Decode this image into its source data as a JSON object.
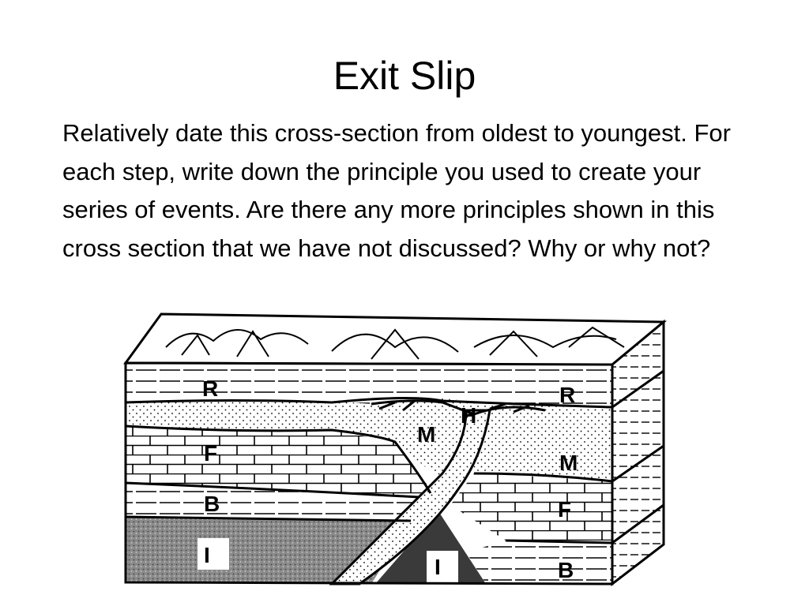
{
  "slide": {
    "title": "Exit Slip",
    "body": "Relatively date this cross-section from oldest to youngest. For each step, write down the principle you used to create your series of events. Are there any more principles shown in this cross section that we have not discussed? Why or why not?"
  },
  "figure": {
    "labels": {
      "r_left": "R",
      "f_left": "F",
      "b_left": "B",
      "i_left": "I",
      "m_mid": "M",
      "h_mid": "H",
      "i_mid": "I",
      "r_right": "R",
      "m_right": "M",
      "f_right": "F",
      "b_right": "B"
    }
  }
}
